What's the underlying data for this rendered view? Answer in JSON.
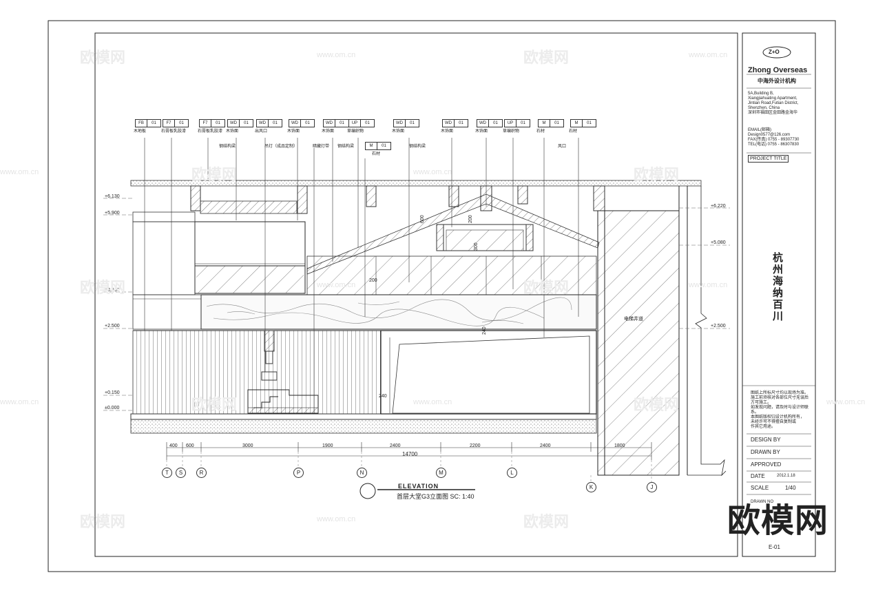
{
  "title_block": {
    "logo_text": "Z+O",
    "firm_en": "Zhong Overseas",
    "firm_cn": "中海外设计机构",
    "address_lines": [
      "5A,Building B,",
      "Xiangjiahuating Apartment,",
      "Jintian Road,Futian District,",
      "Shenzhen, China",
      "深圳市福田区金田路金海华"
    ],
    "email_label": "EMAIL(邮箱)",
    "email": "Design0577@126.com",
    "fax": "FAX(传真) 0755 - 89307730",
    "tel": "TEL(电话) 0755 - 86307830",
    "project_title_label": "PROJECT TITLE",
    "project_name": "杭州海纳百川",
    "notes_lines": [
      "图纸上所标尺寸均以现场为准。",
      "施工前须核对各部位尺寸无误后方可施工。",
      "如发现问题，请及时与设计师联系。",
      "本图纸版权归设计机构所有，",
      "未经许可不得擅自复制或",
      "作其它用途。"
    ],
    "design_by_label": "DESIGN BY",
    "drawn_by_label": "DRAWN BY",
    "approved_label": "APPROVED",
    "date_label": "DATE",
    "date_value": "2012.1.18",
    "scale_label": "SCALE",
    "scale_value": "1/40",
    "drawing_no_label": "DRAWN NO",
    "drawing_no_value": "E-01",
    "brand_watermark": "欧模网"
  },
  "drawing": {
    "elevation_title": "ELEVATION",
    "elevation_subtitle": "首层大堂G3立面图 SC: 1:40",
    "level_marks_left": [
      "+6.130",
      "+5.900",
      "+3.600",
      "+2.500",
      "+0.150",
      "±0.000"
    ],
    "level_marks_right": [
      "+6.220",
      "+5.080",
      "+2.500"
    ],
    "dimensions": [
      "400",
      "600",
      "3000",
      "1900",
      "2400",
      "2200",
      "2400",
      "1800"
    ],
    "total_dimension": "14700",
    "grid_labels": [
      "T",
      "S",
      "R",
      "P",
      "N",
      "M",
      "L",
      "K",
      "J"
    ],
    "callout_tags": [
      {
        "code": "FB",
        "num": "01",
        "text": "木地板"
      },
      {
        "code": "F7",
        "num": "01",
        "text": "石膏板乳胶漆"
      },
      {
        "code": "F7",
        "num": "01",
        "text": "石膏板乳胶漆"
      },
      {
        "code": "WD",
        "num": "01",
        "text": "木饰面"
      },
      {
        "code": "WD",
        "num": "01",
        "text": "出风口"
      },
      {
        "code": "WD",
        "num": "01",
        "text": "木饰面"
      },
      {
        "code": "WD",
        "num": "01",
        "text": "木饰面"
      },
      {
        "code": "UP",
        "num": "01",
        "text": "草编织物"
      },
      {
        "code": "WD",
        "num": "01",
        "text": "木饰面"
      },
      {
        "code": "WD",
        "num": "01",
        "text": "木饰面"
      },
      {
        "code": "WD",
        "num": "01",
        "text": "木饰面"
      },
      {
        "code": "UP",
        "num": "01",
        "text": "草编织物"
      },
      {
        "code": "M",
        "num": "01",
        "text": "石材"
      },
      {
        "code": "M",
        "num": "01",
        "text": "石材"
      }
    ],
    "secondary_tag": {
      "code": "M",
      "num": "01",
      "text": "石材"
    },
    "lower_labels": [
      "钢结构梁",
      "吊灯（成品定制）",
      "暗藏灯带",
      "钢结构梁",
      "钢结构梁",
      "风口"
    ],
    "inner_dims": [
      "200",
      "300",
      "200",
      "240",
      "240",
      "600"
    ],
    "elevator_label": "电梯井道",
    "watermark_big": "欧模网",
    "watermark_url": "www.om.cn"
  }
}
